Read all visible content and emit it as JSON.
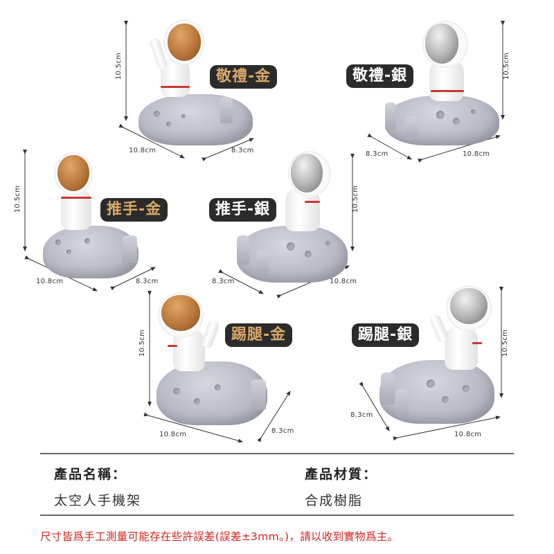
{
  "variants": [
    {
      "name": "敬禮-金",
      "style": "gold",
      "height": "10.5cm",
      "width": "10.8cm",
      "depth": "8.3cm"
    },
    {
      "name": "敬禮-銀",
      "style": "silver",
      "height": "10.5cm",
      "width": "10.8cm",
      "depth": "8.3cm"
    },
    {
      "name": "推手-金",
      "style": "gold",
      "height": "10.5cm",
      "width": "10.8cm",
      "depth": "8.3cm"
    },
    {
      "name": "推手-銀",
      "style": "silver",
      "height": "10.5cm",
      "width": "10.8cm",
      "depth": "8.3cm"
    },
    {
      "name": "踢腿-金",
      "style": "gold",
      "height": "10.5cm",
      "width": "10.8cm",
      "depth": "8.3cm"
    },
    {
      "name": "踢腿-銀",
      "style": "silver",
      "height": "10.5cm",
      "width": "10.8cm",
      "depth": "8.3cm"
    }
  ],
  "info": {
    "name_label": "產品名稱：",
    "name_value": "太空人手機架",
    "material_label": "產品材質：",
    "material_value": "合成樹脂"
  },
  "note": "尺寸皆爲手工測量可能存在些許誤差(誤差±3mm。)，請以收到實物爲主。",
  "colors": {
    "label_bg": "#2b2b2b",
    "gold_text": "#d9a86b",
    "silver_text": "#ffffff",
    "note_red": "#d1261f",
    "rock_gray": "#b7b8c4"
  }
}
